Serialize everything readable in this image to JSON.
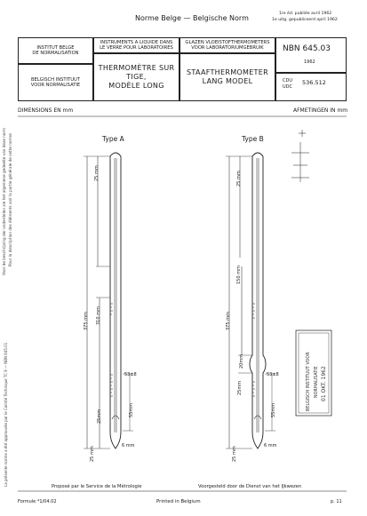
{
  "header": {
    "norm_title": "Norme Belge — Belgische Norm",
    "edition_fr": "1re éd. publiée avril 1962",
    "edition_nl": "1e uitg. gepubliceerd april 1962"
  },
  "table": {
    "inst_fr": "INSTITUT BELGE\nDE NORMALISATION",
    "inst_nl": "BELGISCH INSTITUUT\nVOOR NORMALISATIE",
    "instr_fr": "INSTRUMENTS A LIQUIDE DANS\nLE VERRE POUR LABORATOIRES",
    "instr_nl": "GLAZEN VLOEISTOFTHERMOMETERS\nVOOR LABORATORIUMGEBRUIK",
    "title_fr": "THERMOMÈTRE SUR\nTIGE,\nMODÈLE LONG",
    "title_nl": "STAAFTHERMOMETER\nLANG MODEL",
    "nbn_code": "NBN 645.03",
    "nbn_year": "1962",
    "cdu_label": "CDU\nUDC",
    "cdu_value": "536.512"
  },
  "labels": {
    "dimensions": "DIMENSIONS EN mm",
    "afmetingen": "AFMETINGEN IN mm",
    "type_a": "Type A",
    "type_b": "Type B"
  },
  "dims_a": {
    "d1": "25 mm",
    "d2": "375 mm",
    "d3": "310 mm",
    "d4": "53±8",
    "d5": "25mm",
    "d6": "55mm",
    "d7": "6 mm",
    "d8": "25 mm"
  },
  "dims_b": {
    "d1": "25 mm",
    "d2": "150 mm",
    "d3": "375 mm",
    "d4": "20mm",
    "d5": "53±8",
    "d6": "25mm",
    "d7": "55mm",
    "d8": "6 mm",
    "d9": "25 mm"
  },
  "stamp": {
    "line1": "BELGISCH INSTITUUT VOOR",
    "line2": "NORMALISATIE",
    "line3": "01 OKT. 1962"
  },
  "side_left_1": "Voor de beschrijving der onderdelen zie het algemene gedeelte van deze norm",
  "side_left_2": "Pour la description des éléments voir la partie générale de cette norme",
  "side_lower": "La présente norme a été approuvée par le Comité Technique TC 9 — NBN 645.01",
  "footer": {
    "proposal_fr": "Proposé par le Service de la Métrologie",
    "proposal_nl": "Voorgesteld door de Dienst van het IJkwezen",
    "printed": "Printed in Belgium",
    "code_left": "Formule *1/04.02",
    "page": "p. 11"
  }
}
